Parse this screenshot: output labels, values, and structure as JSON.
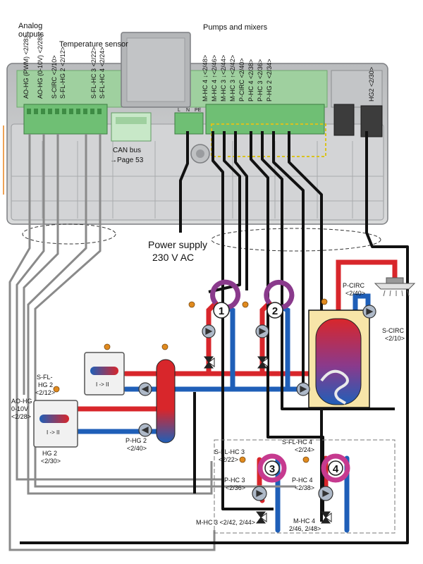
{
  "panel": {
    "analog_outputs_label": "Analog outputs",
    "temperature_sensor_label": "Temperature sensor",
    "pumps_mixers_label": "Pumps and mixers",
    "can_bus_label": "CAN bus",
    "can_bus_ref": "→Page 53",
    "mains_terminal_labels": [
      "L",
      "N",
      "PE"
    ],
    "terminals": {
      "ao_hg_pwm": "AO-HG (PWM) <2/28>",
      "ao_hg_010": "AO-HG (0-10V) <2/28>",
      "s_circ": "S-CIRC <2/10>",
      "s_fl_hg2": "S-FL-HG 2 <2/12>",
      "s_fl_hc3": "S-FL-HC 3 <2/22>",
      "s_fl_hc4": "S-FL-HC 4 <2/24>",
      "m_hc4_down": "M-HC 4 ↓<2/48>",
      "m_hc4_up": "M-HC 4 ↑<2/46>",
      "m_hc3_down": "M-HC 3 ↓<2/44>",
      "m_hc3_up": "M-HC 3 ↑<2/42>",
      "p_circ": "P-CIRC <2/40>",
      "p_hc4": "P-HC 4 <2/38>",
      "p_hc3": "P-HC 3 <2/36>",
      "p_hg2": "P-HG 2 <2/34>",
      "hg2": "HG2 <2/30>"
    }
  },
  "power": {
    "line1": "Power supply",
    "line2": "230 V AC"
  },
  "system": {
    "heat_generators": [
      "I -> II",
      "I -> II"
    ],
    "circuits": [
      "1",
      "2",
      "3",
      "4"
    ],
    "labels": {
      "p_circ_1": "P-CIRC",
      "p_circ_2": "<2/40>",
      "s_circ_1": "S-CIRC",
      "s_circ_2": "<2/10>",
      "s_fl_hg2_1": "S-FL-",
      "s_fl_hg2_2": "HG 2",
      "s_fl_hg2_3": "<2/12>",
      "ao_hg_1": "AO-HG",
      "ao_hg_2": "0-10V",
      "ao_hg_3": "<2/28>",
      "hg2_1": "HG 2",
      "hg2_2": "<2/30>",
      "p_hg2_1": "P-HG 2",
      "p_hg2_2": "<2/40>",
      "s_fl_hc3_1": "S-FL-HC 3",
      "s_fl_hc3_2": "<2/22>",
      "s_fl_hc4_1": "S-FL-HC 4",
      "s_fl_hc4_2": "<2/24>",
      "p_hc3_1": "P-HC 3",
      "p_hc3_2": "<2/36>",
      "p_hc4_1": "P-HC 4",
      "p_hc4_2": "<2/38>",
      "m_hc3": "M-HC 3 <2/42, 2/44>",
      "m_hc4_1": "M-HC 4",
      "m_hc4_2": "2/46, 2/48>"
    }
  },
  "colors": {
    "wire": "#111111",
    "wire_grey": "#8a8a8a",
    "hot_pipe": "#d8262b",
    "cold_pipe": "#1f5fb8",
    "module_green": "#a8d8a8",
    "housing": "#c9c9c9",
    "tank_fill": "#f7e5a8",
    "sensor_orange": "#e08a1e",
    "pump_fill": "#aeb9c8"
  }
}
